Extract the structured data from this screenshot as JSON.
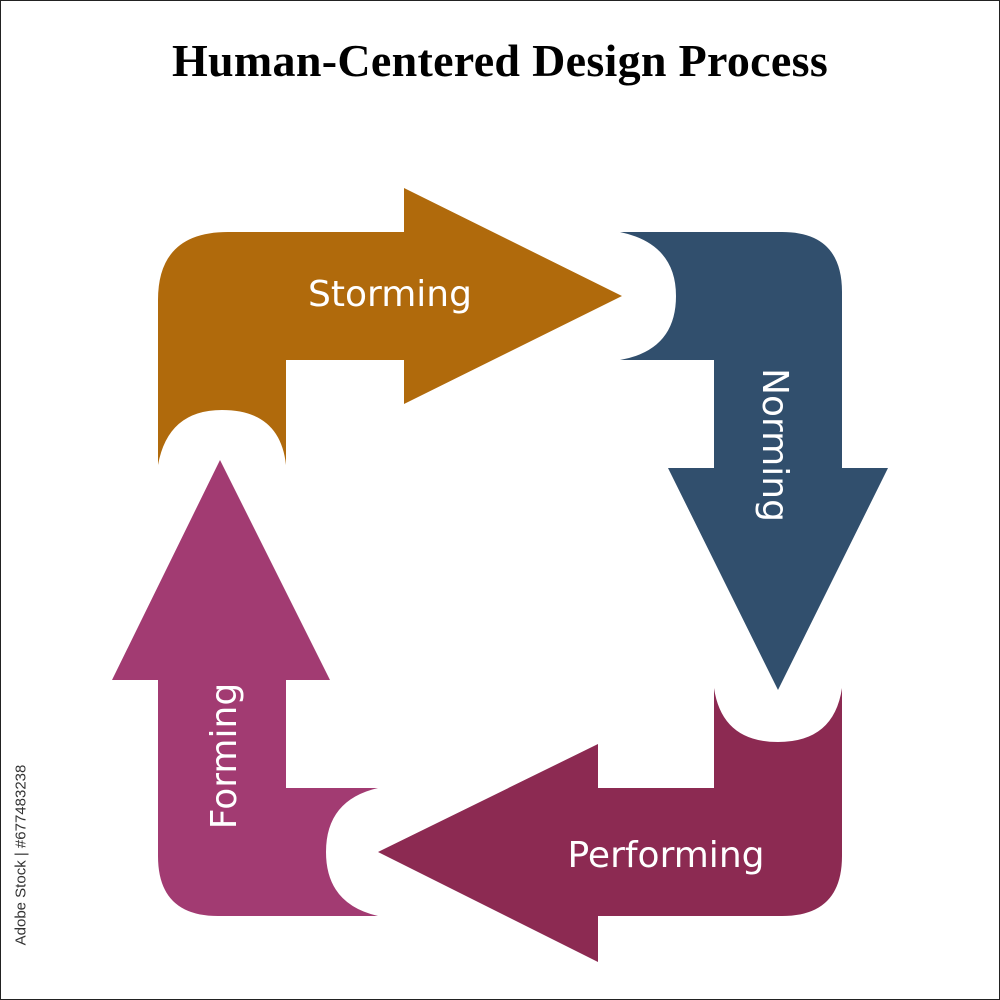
{
  "title": "Human-Centered Design Process",
  "stages": [
    {
      "label": "Storming",
      "color": "#b06a0c"
    },
    {
      "label": "Norming",
      "color": "#314f6d"
    },
    {
      "label": "Performing",
      "color": "#8c2a52"
    },
    {
      "label": "Forming",
      "color": "#a23b72"
    }
  ],
  "stock_id": "Adobe Stock | #677483238"
}
